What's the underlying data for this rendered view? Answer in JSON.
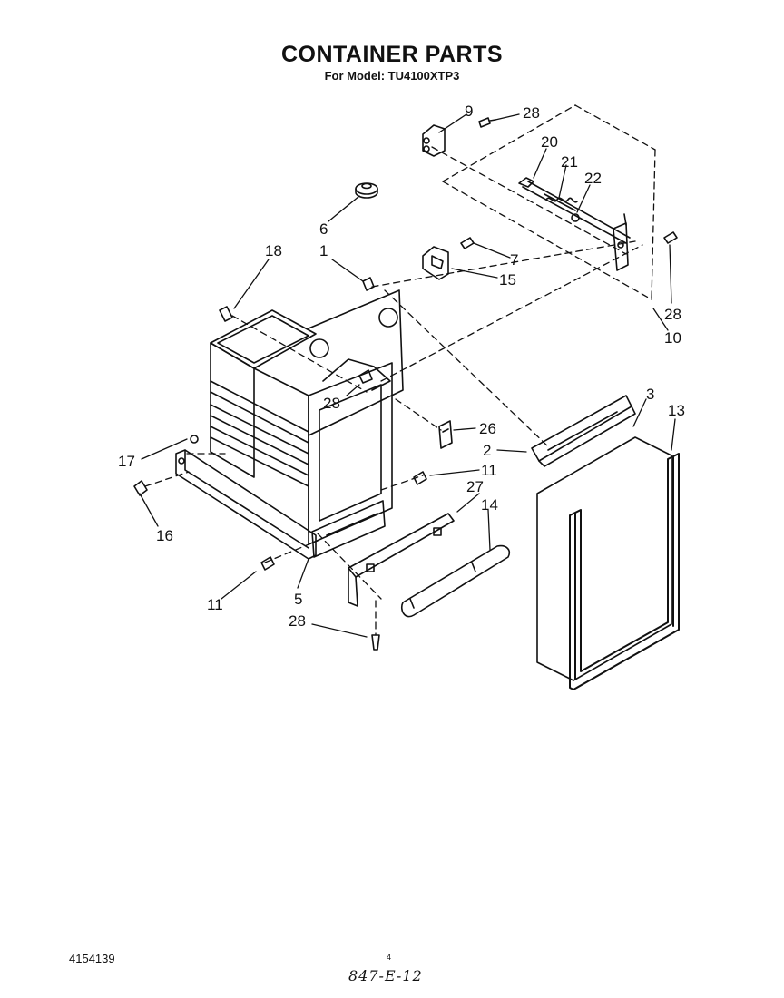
{
  "header": {
    "title": "CONTAINER PARTS",
    "subtitle": "For Model: TU4100XTP3"
  },
  "callouts": [
    "9",
    "28",
    "20",
    "21",
    "22",
    "6",
    "18",
    "1",
    "7",
    "15",
    "28",
    "10",
    "28",
    "26",
    "3",
    "13",
    "2",
    "17",
    "11",
    "27",
    "14",
    "16",
    "11",
    "5",
    "28"
  ],
  "footer": {
    "doc_number": "4154139",
    "page_mark": "4",
    "handwritten": "847-E-12"
  }
}
